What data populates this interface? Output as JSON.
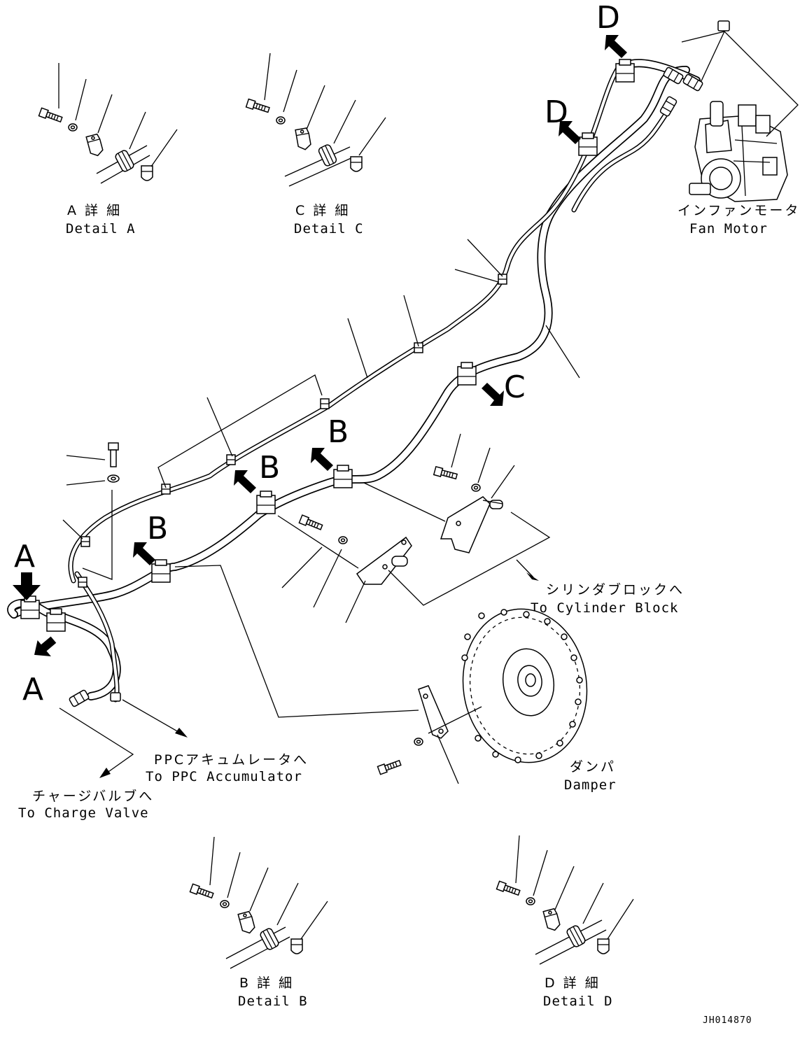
{
  "drawing_code": "JH014870",
  "view_arrows": {
    "a_top": "A",
    "a_bottom": "A",
    "b_left": "B",
    "b_middle": "B",
    "b_right": "B",
    "c": "C",
    "d_top": "D",
    "d_middle": "D"
  },
  "details": {
    "a": {
      "jp": "A 詳 細",
      "en": "Detail A"
    },
    "b": {
      "jp": "B 詳 細",
      "en": "Detail B"
    },
    "c": {
      "jp": "C 詳 細",
      "en": "Detail C"
    },
    "d": {
      "jp": "D 詳 細",
      "en": "Detail D"
    }
  },
  "callouts": {
    "fan_motor": {
      "jp": "インファンモータ",
      "en": "Fan Motor"
    },
    "cylinder_block": {
      "jp": "シリンダブロックへ",
      "en": "To Cylinder Block"
    },
    "damper": {
      "jp": "ダンパ",
      "en": "Damper"
    },
    "ppc_accumulator": {
      "jp": "PPCアキュムレータへ",
      "en": "To PPC Accumulator"
    },
    "charge_valve": {
      "jp": "チャージバルブへ",
      "en": "To Charge Valve"
    }
  },
  "icons": [
    "view-arrow-icon",
    "bolt-icon",
    "washer-icon",
    "clamp-icon",
    "hose-icon",
    "bracket-icon",
    "damper-icon",
    "fan-motor-icon"
  ]
}
